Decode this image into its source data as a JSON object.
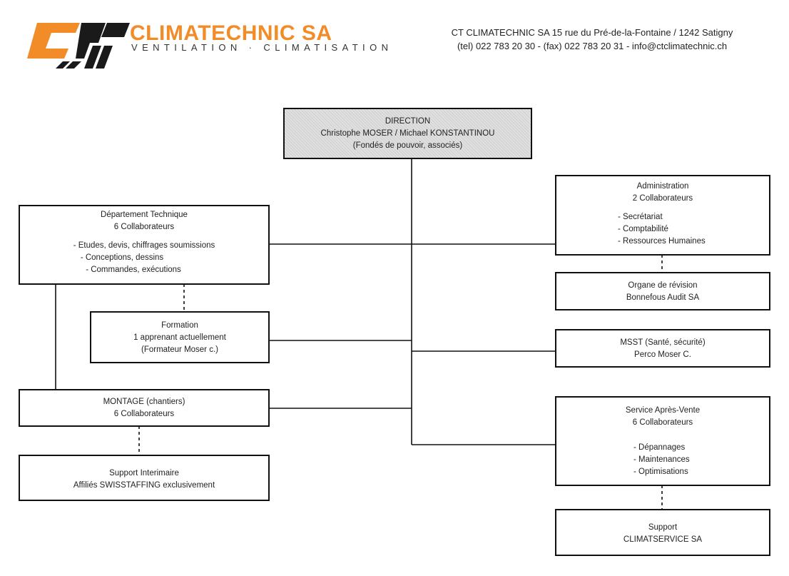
{
  "header": {
    "brand": "CLIMATECHNIC SA",
    "tagline": "VENTILATION · CLIMATISATION",
    "contact_line1": "CT CLIMATECHNIC SA  15 rue du Pré-de-la-Fontaine / 1242 Satigny",
    "contact_line2": "(tel) 022 783 20 30 - (fax) 022 783 20 31 - info@ctclimatechnic.ch",
    "colors": {
      "brand_orange": "#f28c28",
      "logo_black": "#1a1a1a"
    }
  },
  "nodes": {
    "direction": {
      "title": "DIRECTION",
      "line1": "Christophe MOSER  / Michael KONSTANTINOU",
      "line2": "(Fondés de pouvoir, associés)"
    },
    "technique": {
      "title": "Département Technique",
      "line1": "6 Collaborateurs",
      "items": [
        "Etudes, devis, chiffrages soumissions",
        "Conceptions, dessins",
        "Commandes, exécutions"
      ]
    },
    "formation": {
      "title": "Formation",
      "line1": "1 apprenant actuellement",
      "line2": "(Formateur Moser c.)"
    },
    "montage": {
      "title": "MONTAGE  (chantiers)",
      "line1": "6 Collaborateurs"
    },
    "interim": {
      "title": "Support Interimaire",
      "line1": "Affiliés SWISSTAFFING exclusivement"
    },
    "administration": {
      "title": "Administration",
      "line1": "2 Collaborateurs",
      "items": [
        "Secrétariat",
        "Comptabilité",
        "Ressources Humaines"
      ]
    },
    "revision": {
      "title": "Organe de révision",
      "line1": "Bonnefous Audit SA"
    },
    "msst": {
      "title": "MSST (Santé, sécurité)",
      "line1": "Perco Moser C."
    },
    "sav": {
      "title": "Service Après-Vente",
      "line1": "6 Collaborateurs",
      "items": [
        "Dépannages",
        "Maintenances",
        "Optimisations"
      ]
    },
    "support": {
      "title": "Support",
      "line1": "CLIMATSERVICE SA"
    }
  }
}
